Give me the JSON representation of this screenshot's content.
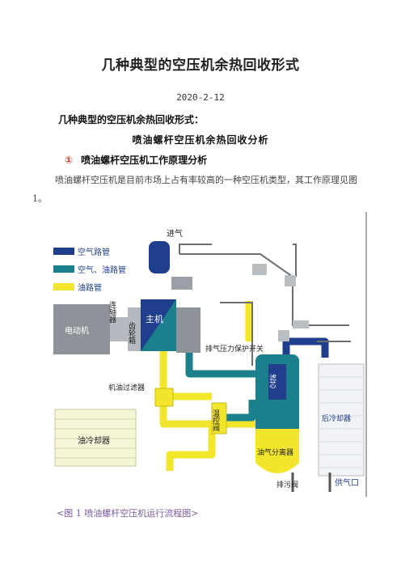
{
  "document": {
    "title": "几种典型的空压机余热回收形式",
    "date": "2020-2-12",
    "subtitle": "几种典型的空压机余热回收形式：",
    "section_heading": "喷油螺杆空压机余热回收分析",
    "numbered_heading": {
      "number": "①",
      "text": "喷油螺杆空压机工作原理分析"
    },
    "paragraph": "喷油螺杆空压机是目前市场上占有率较高的一种空压机类型，其工作原理见图 1。",
    "caption": "<图 1 喷油螺杆空压机运行流程图>"
  },
  "diagram": {
    "legend": [
      {
        "label": "空气路管",
        "color": "#1f3e8c"
      },
      {
        "label": "空气、油路管",
        "color": "#1c7f8c"
      },
      {
        "label": "油路管",
        "color": "#f2e52c"
      }
    ],
    "labels": {
      "intake": "进气",
      "coupling": "连轴器",
      "gearbox": "齿轮箱",
      "main_unit": "主机",
      "motor": "电动机",
      "exhaust_pressure_switch": "排气压力保护开关",
      "oil_filter": "机油过滤器",
      "thermostatic_valve": "温控阀",
      "oil_cooler": "油冷却器",
      "filter_element": "滤芯",
      "oil_separator": "油气分离器",
      "aftercooler": "后冷却器",
      "drain_valve": "排污阀",
      "air_supply": "供气口"
    },
    "colors": {
      "air_pipe": "#1f3e8c",
      "air_oil_pipe": "#1c7f8c",
      "oil_pipe": "#f2e52c",
      "component_gray": "#9aa0a6"
    }
  }
}
